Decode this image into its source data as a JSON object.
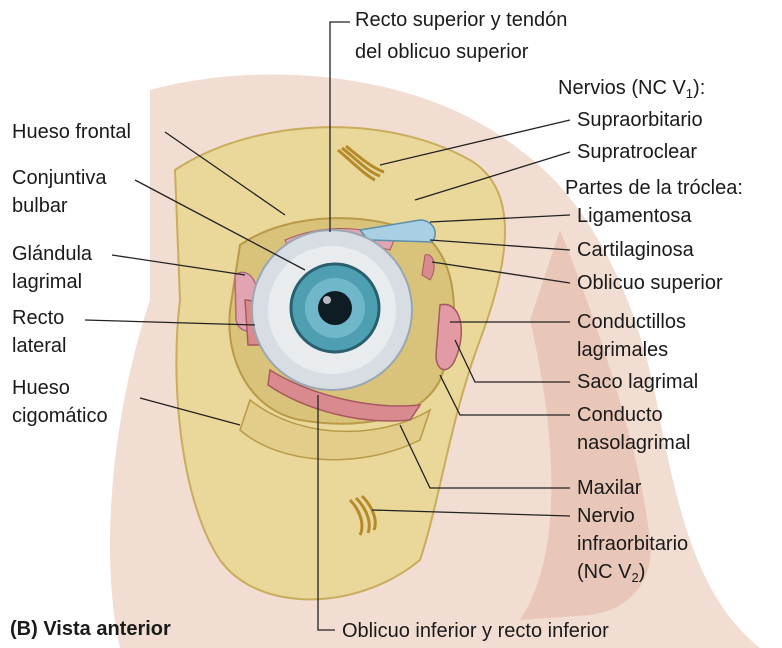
{
  "caption": "(B) Vista anterior",
  "labels": {
    "recto_superior_1": "Recto superior y tendón",
    "recto_superior_2": "del oblicuo superior",
    "nervios_prefix": "Nervios (NC V",
    "nervios_sub": "1",
    "nervios_suffix": "):",
    "supraorbitario": "Supraorbitario",
    "supratroclear": "Supratroclear",
    "partes_troclea": "Partes de la tróclea:",
    "ligamentosa": "Ligamentosa",
    "cartilaginosa": "Cartilaginosa",
    "oblicuo_superior": "Oblicuo superior",
    "conductillos_1": "Conductillos",
    "conductillos_2": "lagrimales",
    "saco_lagrimal": "Saco lagrimal",
    "conducto_1": "Conducto",
    "conducto_2": "nasolagrimal",
    "maxilar": "Maxilar",
    "nervio_infra_1": "Nervio",
    "nervio_infra_2": "infraorbitario",
    "nervio_infra_3_prefix": "(NC V",
    "nervio_infra_3_sub": "2",
    "nervio_infra_3_suffix": ")",
    "hueso_frontal": "Hueso frontal",
    "conjuntiva_1": "Conjuntiva",
    "conjuntiva_2": "bulbar",
    "glandula_1": "Glándula",
    "glandula_2": "lagrimal",
    "recto_lateral_1": "Recto",
    "recto_lateral_2": "lateral",
    "hueso_cigomatico_1": "Hueso",
    "hueso_cigomatico_2": "cigomático",
    "oblicuo_inferior": "Oblicuo inferior y recto inferior"
  },
  "colors": {
    "skin": "#f2ddd2",
    "bone": "#ead79a",
    "bone_edge": "#c9ad5c",
    "muscle": "#d98a8f",
    "sclera": "#d7dde3",
    "iris": "#4f9fb3",
    "pupil": "#0e1c24",
    "leader": "#222222"
  }
}
